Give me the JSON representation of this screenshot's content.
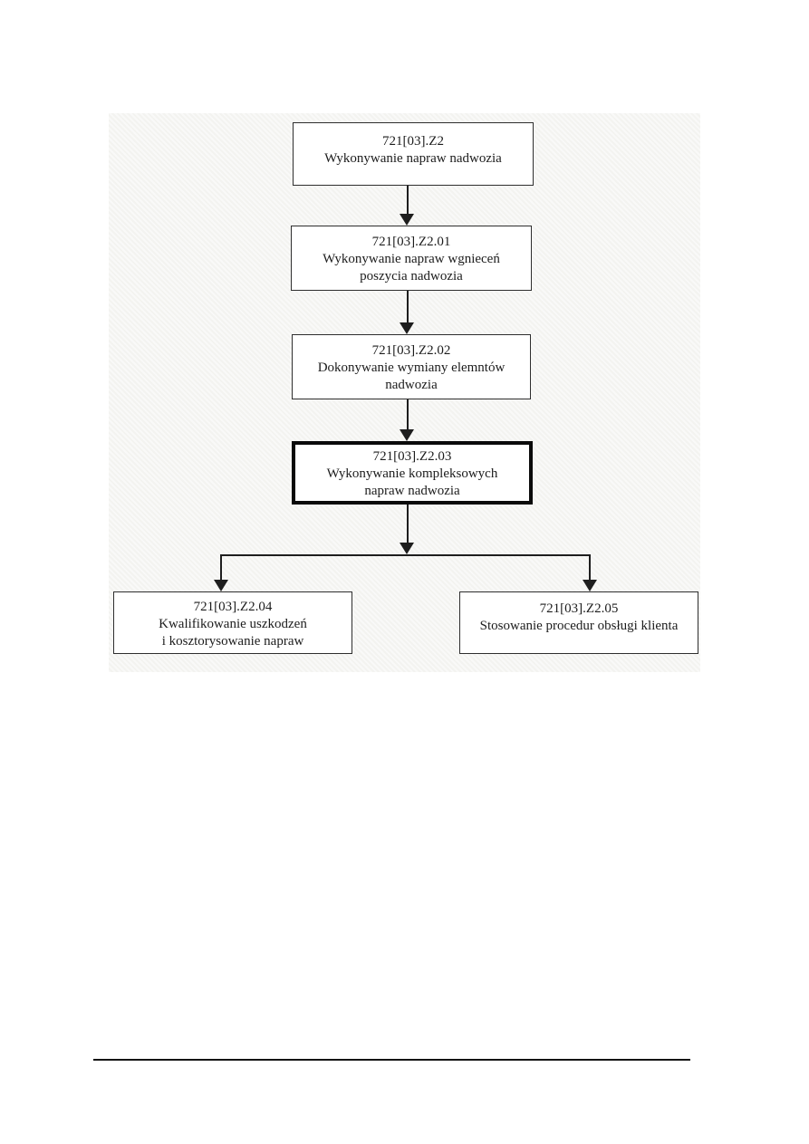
{
  "colors": {
    "ink": "#1c1c1c",
    "line": "#1e1e1e",
    "box_border": "#2e2e2e",
    "bold_border": "#0a0a0a",
    "box_fill": "#ffffff",
    "scan_bg": "#f3f3f0"
  },
  "diagram": {
    "type": "flowchart",
    "direction": "top-down",
    "nodes": [
      {
        "code": "721[03].Z2",
        "label": "Wykonywanie napraw nadwozia",
        "emphasized": false
      },
      {
        "code": "721[03].Z2.01",
        "label": "Wykonywanie napraw wgnieceń\nposzycia nadwozia",
        "emphasized": false
      },
      {
        "code": "721[03].Z2.02",
        "label": "Dokonywanie wymiany elemntów\nnadwozia",
        "emphasized": false
      },
      {
        "code": "721[03].Z2.03",
        "label": "Wykonywanie kompleksowych\nnapraw nadwozia",
        "emphasized": true
      },
      {
        "code": "721[03].Z2.04",
        "label": "Kwalifikowanie uszkodzeń\ni kosztorysowanie napraw",
        "emphasized": false
      },
      {
        "code": "721[03].Z2.05",
        "label": "Stosowanie procedur obsługi klienta",
        "emphasized": false
      }
    ],
    "edges": [
      {
        "from": "721[03].Z2",
        "to": "721[03].Z2.01"
      },
      {
        "from": "721[03].Z2.01",
        "to": "721[03].Z2.02"
      },
      {
        "from": "721[03].Z2.02",
        "to": "721[03].Z2.03"
      },
      {
        "from": "721[03].Z2.03",
        "to": "721[03].Z2.04"
      },
      {
        "from": "721[03].Z2.03",
        "to": "721[03].Z2.05"
      }
    ]
  }
}
